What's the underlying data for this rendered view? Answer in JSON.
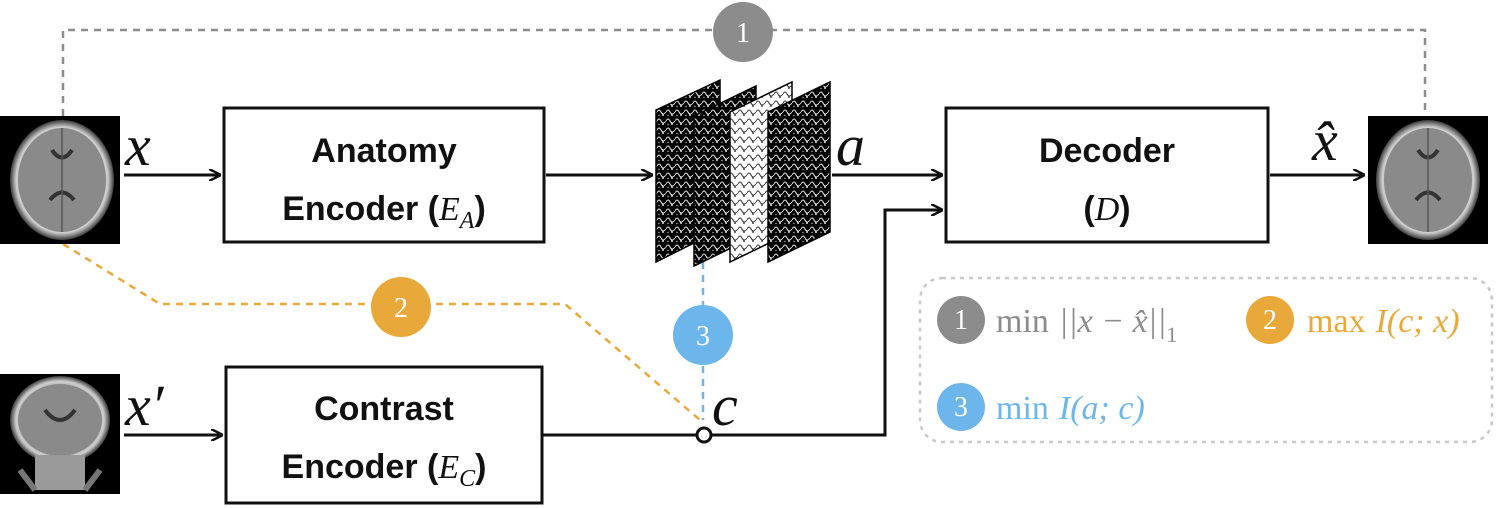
{
  "colors": {
    "gray": "#8c8c8c",
    "orange": "#e8a93a",
    "blue": "#6cb6ec",
    "line": "#111111",
    "legend_border": "#c8c8c8"
  },
  "encoders": {
    "anatomy": {
      "line1": "Anatomy",
      "line2": "Encoder (",
      "sym": "E",
      "sub": "A",
      "close": ")"
    },
    "contrast": {
      "line1": "Contrast",
      "line2": "Encoder (",
      "sym": "E",
      "sub": "C",
      "close": ")"
    }
  },
  "decoder": {
    "line1": "Decoder",
    "line2_open": "(",
    "sym": "D",
    "line2_close": ")"
  },
  "symbols": {
    "x": "x",
    "x_prime": "x′",
    "a": "a",
    "c": "c",
    "x_hat": "x̂"
  },
  "badges": {
    "one": "1",
    "two": "2",
    "three": "3"
  },
  "legend": {
    "item1": {
      "num": "1",
      "op": "min",
      "expr": "||x − x̂||",
      "sub": "1"
    },
    "item2": {
      "num": "2",
      "op": "max",
      "expr": "I(c; x)"
    },
    "item3": {
      "num": "3",
      "op": "min",
      "expr": "I(a; c)"
    }
  },
  "images": {
    "input_axial": "brain-mri-axial-input",
    "input_coronal": "brain-mri-coronal-input",
    "output_axial": "brain-mri-axial-reconstruction",
    "anatomy_maps": "anatomy-feature-map-stack"
  }
}
